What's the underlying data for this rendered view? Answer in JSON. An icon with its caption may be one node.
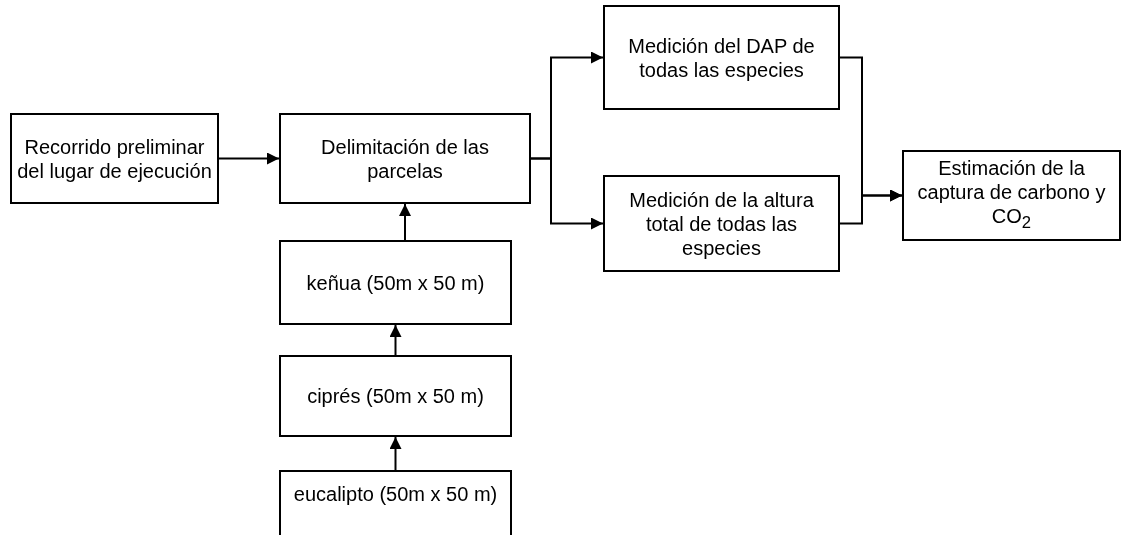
{
  "diagram": {
    "nodes": [
      {
        "text": [
          "Recorrido preliminar del lugar de ejecución"
        ]
      },
      {
        "text": [
          "Delimitación de las parcelas"
        ]
      },
      {
        "text": [
          "Medición del DAP de todas las especies"
        ]
      },
      {
        "text": [
          "Medición de la altura total de todas las especies"
        ]
      },
      {
        "text": [
          "Estimación de la captura de carbono y CO$_{2}$"
        ]
      },
      {
        "text": [
          "keñua (50m x 50 m)"
        ]
      },
      {
        "text": [
          "ciprés (50m x 50 m)"
        ]
      },
      {
        "text": [
          "eucalipto (50m x 50 m)"
        ]
      }
    ],
    "edges": [
      {
        "from": 0,
        "to": 1,
        "arrow": "to"
      },
      {
        "from": 1,
        "to": 2,
        "arrow": "to"
      },
      {
        "from": 1,
        "to": 3,
        "arrow": "to"
      },
      {
        "from": 2,
        "to": 4,
        "arrow": "to"
      },
      {
        "from": 3,
        "to": 4,
        "arrow": "to"
      },
      {
        "from": 5,
        "to": 1,
        "arrow": "to"
      },
      {
        "from": 6,
        "to": 5,
        "arrow": "to"
      },
      {
        "from": 7,
        "to": 6,
        "arrow": "to"
      }
    ]
  }
}
